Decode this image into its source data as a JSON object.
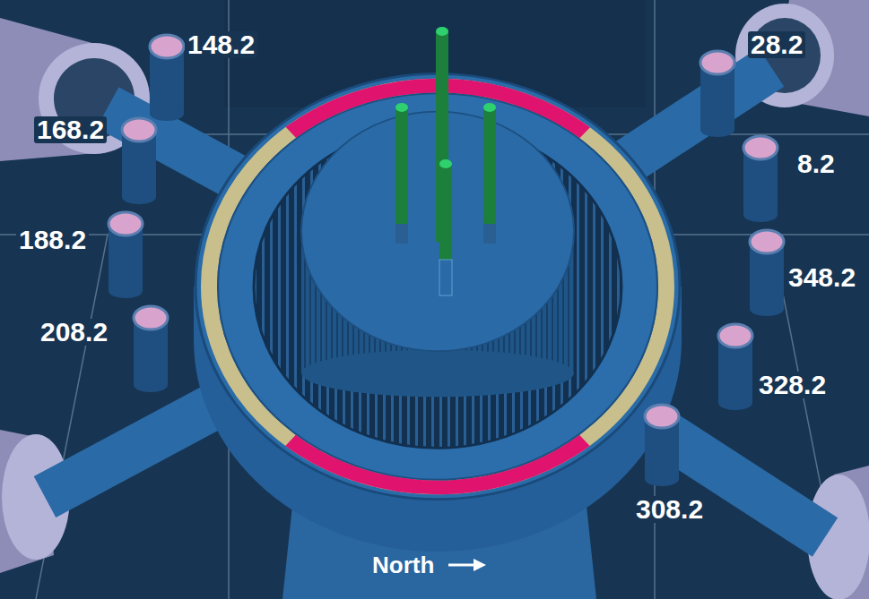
{
  "diagram": {
    "labels": [
      "148.2",
      "28.2",
      "168.2",
      "8.2",
      "188.2",
      "348.2",
      "208.2",
      "328.2",
      "308.2",
      "North"
    ]
  }
}
